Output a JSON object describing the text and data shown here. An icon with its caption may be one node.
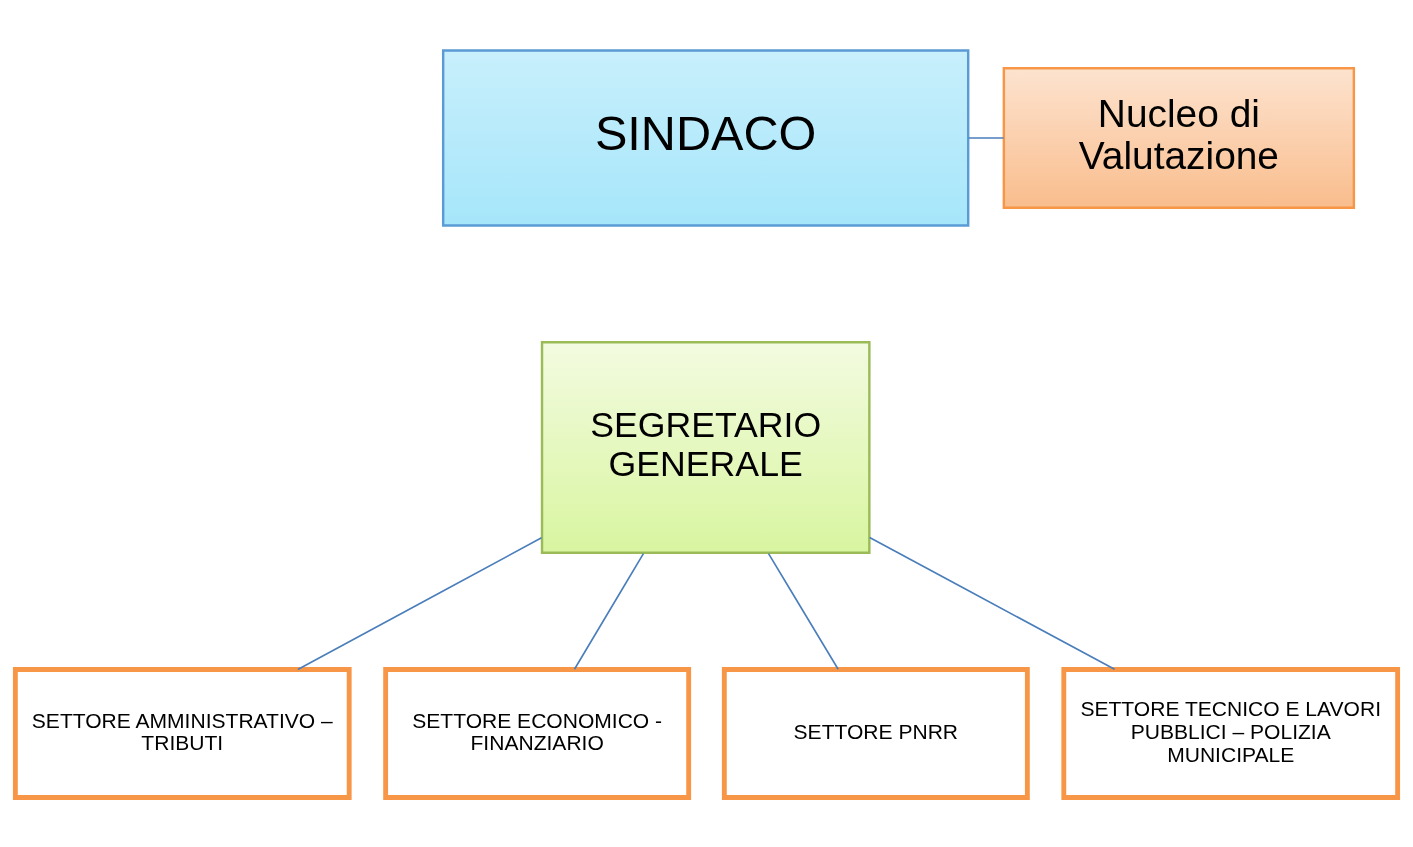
{
  "diagram": {
    "nodes": [
      {
        "text": [
          "SINDACO"
        ]
      },
      {
        "text": [
          "Nucleo di Valutazione"
        ]
      },
      {
        "text": [
          "SEGRETARIO GENERALE"
        ]
      },
      {
        "text": [
          "SETTORE AMMINISTRATIVO – TRIBUTI"
        ]
      },
      {
        "text": [
          "SETTORE ECONOMICO - FINANZIARIO"
        ]
      },
      {
        "text": [
          "SETTORE PNRR"
        ]
      },
      {
        "text": [
          "SETTORE TECNICO E LAVORI PUBBLICI – POLIZIA MUNICIPALE"
        ]
      }
    ],
    "edges": [
      {
        "from": 0,
        "to": 1,
        "arrow": "none"
      },
      {
        "from": 2,
        "to": 3,
        "arrow": "none"
      },
      {
        "from": 2,
        "to": 4,
        "arrow": "none"
      },
      {
        "from": 2,
        "to": 5,
        "arrow": "none"
      },
      {
        "from": 2,
        "to": 6,
        "arrow": "none"
      }
    ]
  }
}
